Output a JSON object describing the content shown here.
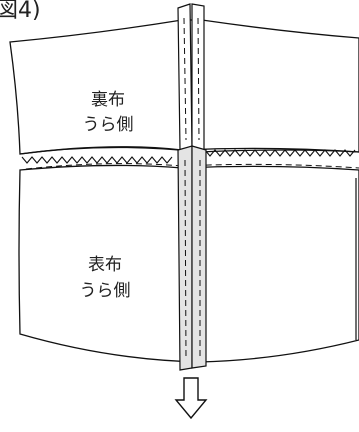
{
  "figure": {
    "title": "図4)",
    "top_panel": {
      "line1": "裏布",
      "line2": "うら側"
    },
    "bottom_panel": {
      "line1": "表布",
      "line2": "うら側"
    }
  },
  "colors": {
    "outline": "#111111",
    "seam_allowance_fill": "#e4e4e4",
    "background": "#ffffff"
  }
}
